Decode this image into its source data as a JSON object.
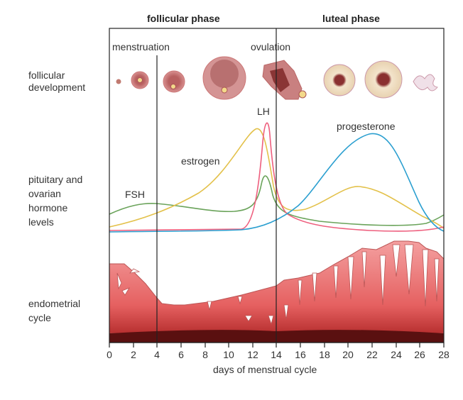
{
  "phases": {
    "follicular": "follicular phase",
    "luteal": "luteal phase"
  },
  "events": {
    "menstruation": "menstruation",
    "ovulation": "ovulation"
  },
  "row_labels": {
    "follicular_development": [
      "follicular",
      "development"
    ],
    "hormones": [
      "pituitary and",
      "ovarian",
      "hormone",
      "levels"
    ],
    "endometrial": [
      "endometrial",
      "cycle"
    ]
  },
  "hormone_labels": {
    "lh": "LH",
    "estrogen": "estrogen",
    "fsh": "FSH",
    "progesterone": "progesterone"
  },
  "colors": {
    "fsh": "#6aa35a",
    "estrogen": "#e3c14a",
    "lh": "#ee5f7e",
    "progesterone": "#2b9fd0",
    "endometrium": "#e86a6a",
    "basal": "#5a1010"
  },
  "x_axis": {
    "label": "days of menstrual cycle",
    "ticks": [
      "0",
      "2",
      "4",
      "6",
      "8",
      "10",
      "12",
      "14",
      "16",
      "18",
      "20",
      "22",
      "24",
      "26",
      "28"
    ]
  }
}
